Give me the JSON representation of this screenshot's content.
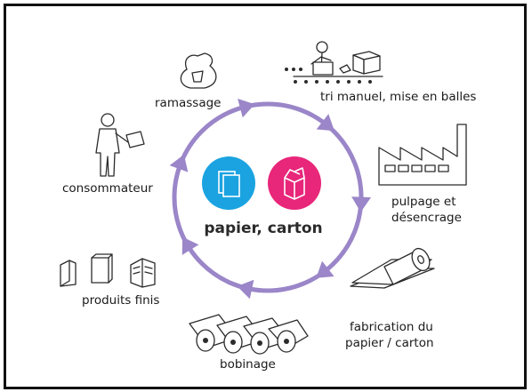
{
  "center": {
    "label": "papier, carton",
    "icons": [
      {
        "name": "paper-sheets-icon",
        "color": "#1aa3e0"
      },
      {
        "name": "cardboard-box-icon",
        "color": "#e8267a"
      }
    ]
  },
  "cycle": {
    "arrow_color": "#9a86c8",
    "direction": "clockwise"
  },
  "stages": [
    {
      "id": "ramassage",
      "label": "ramassage",
      "icon": "collection-bag-icon"
    },
    {
      "id": "tri",
      "label": "tri manuel, mise en balles",
      "icon": "sorting-conveyor-icon"
    },
    {
      "id": "pulpage",
      "label_lines": [
        "pulpage et",
        "désencrage"
      ],
      "icon": "factory-icon"
    },
    {
      "id": "fabrication",
      "label_lines": [
        "fabrication du",
        "papier / carton"
      ],
      "icon": "paper-roll-icon"
    },
    {
      "id": "bobinage",
      "label": "bobinage",
      "icon": "rolls-icon"
    },
    {
      "id": "produits",
      "label": "produits finis",
      "icon": "finished-products-icon"
    },
    {
      "id": "consommateur",
      "label": "consommateur",
      "icon": "consumer-icon"
    }
  ]
}
